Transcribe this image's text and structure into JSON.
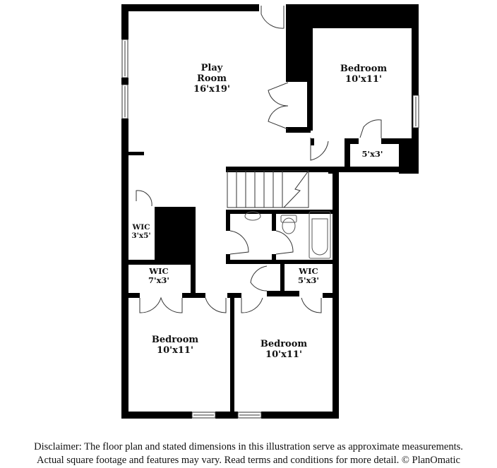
{
  "rooms": {
    "play_room": {
      "name_line1": "Play",
      "name_line2": "Room",
      "dims": "16'x19'"
    },
    "bedroom_ne": {
      "name": "Bedroom",
      "dims": "10'x11'"
    },
    "closet_ne": {
      "dims": "5'x3'"
    },
    "wic_west": {
      "name": "WIC",
      "dims": "3'x5'"
    },
    "wic_center": {
      "name": "WIC",
      "dims": "7'x3'"
    },
    "wic_east": {
      "name": "WIC",
      "dims": "5'x3'"
    },
    "bedroom_sw": {
      "name": "Bedroom",
      "dims": "10'x11'"
    },
    "bedroom_se": {
      "name": "Bedroom",
      "dims": "10'x11'"
    }
  },
  "disclaimer": {
    "line1": "Disclaimer: The floor plan and stated dimensions in this illustration serve as approximate measurements.",
    "line2": "Actual square footage and features may vary. Read terms and conditions for more detail. © PlanOmatic"
  },
  "colors": {
    "wall": "#000000",
    "background": "#ffffff",
    "fixture_line": "#555555"
  }
}
